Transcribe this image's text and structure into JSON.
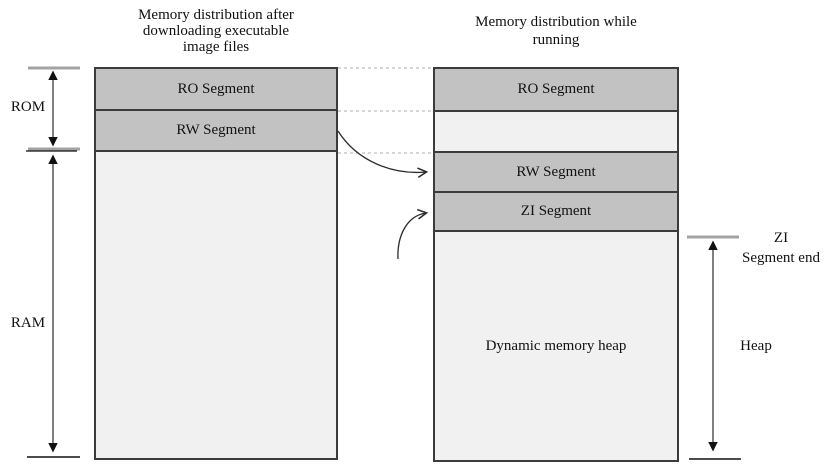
{
  "diagram": {
    "left_column": {
      "title_lines": [
        "Memory distribution after",
        "downloading executable",
        "image files"
      ],
      "segments": {
        "ro": "RO Segment",
        "rw": "RW Segment",
        "free": ""
      }
    },
    "right_column": {
      "title_lines": [
        "Memory distribution while",
        "running"
      ],
      "segments": {
        "ro": "RO Segment",
        "gap": "",
        "rw": "RW Segment",
        "zi": "ZI Segment",
        "heap": "Dynamic memory heap"
      }
    },
    "annotations": {
      "rom_label": "ROM",
      "ram_label": "RAM",
      "zi_end_lines": [
        "ZI",
        "Segment end"
      ],
      "heap_label": "Heap"
    },
    "colors": {
      "segment_dark": "#c2c2c2",
      "segment_light": "#f1f1f1",
      "border": "#3b3b3b",
      "dotted_line": "#bdbdbd",
      "tick_gray": "#a3a3a3",
      "arrow": "#2b2b2b",
      "text": "#111111",
      "background": "#ffffff"
    }
  }
}
